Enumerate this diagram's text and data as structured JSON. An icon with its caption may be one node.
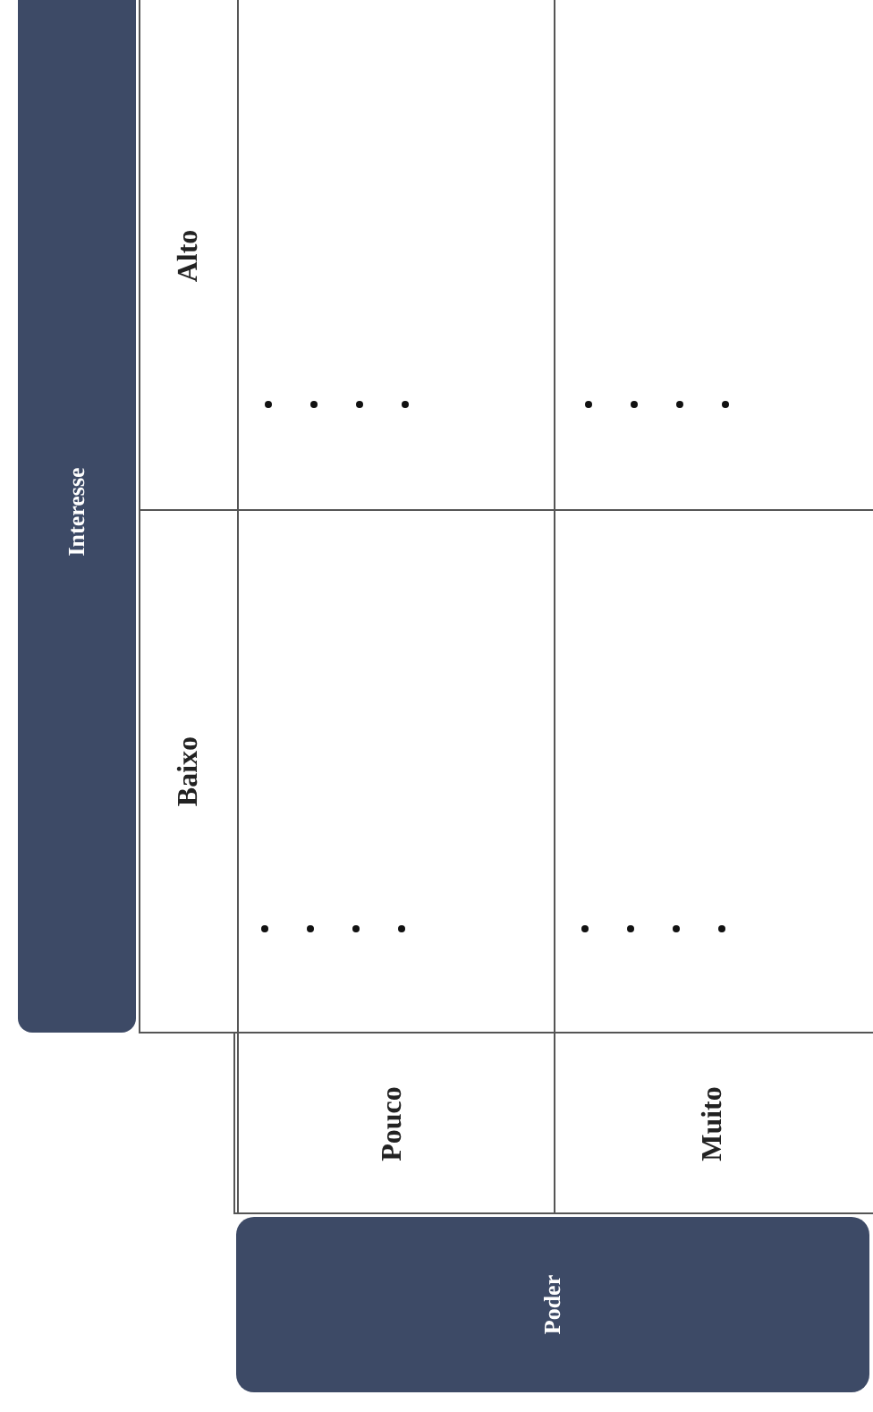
{
  "diagram": {
    "nodes": [
      {
        "text": [
          "Interesse"
        ]
      },
      {
        "text": [
          "Poder"
        ]
      }
    ],
    "labels": [
      "Alto",
      "Baixo",
      "Pouco",
      "Muito"
    ]
  }
}
